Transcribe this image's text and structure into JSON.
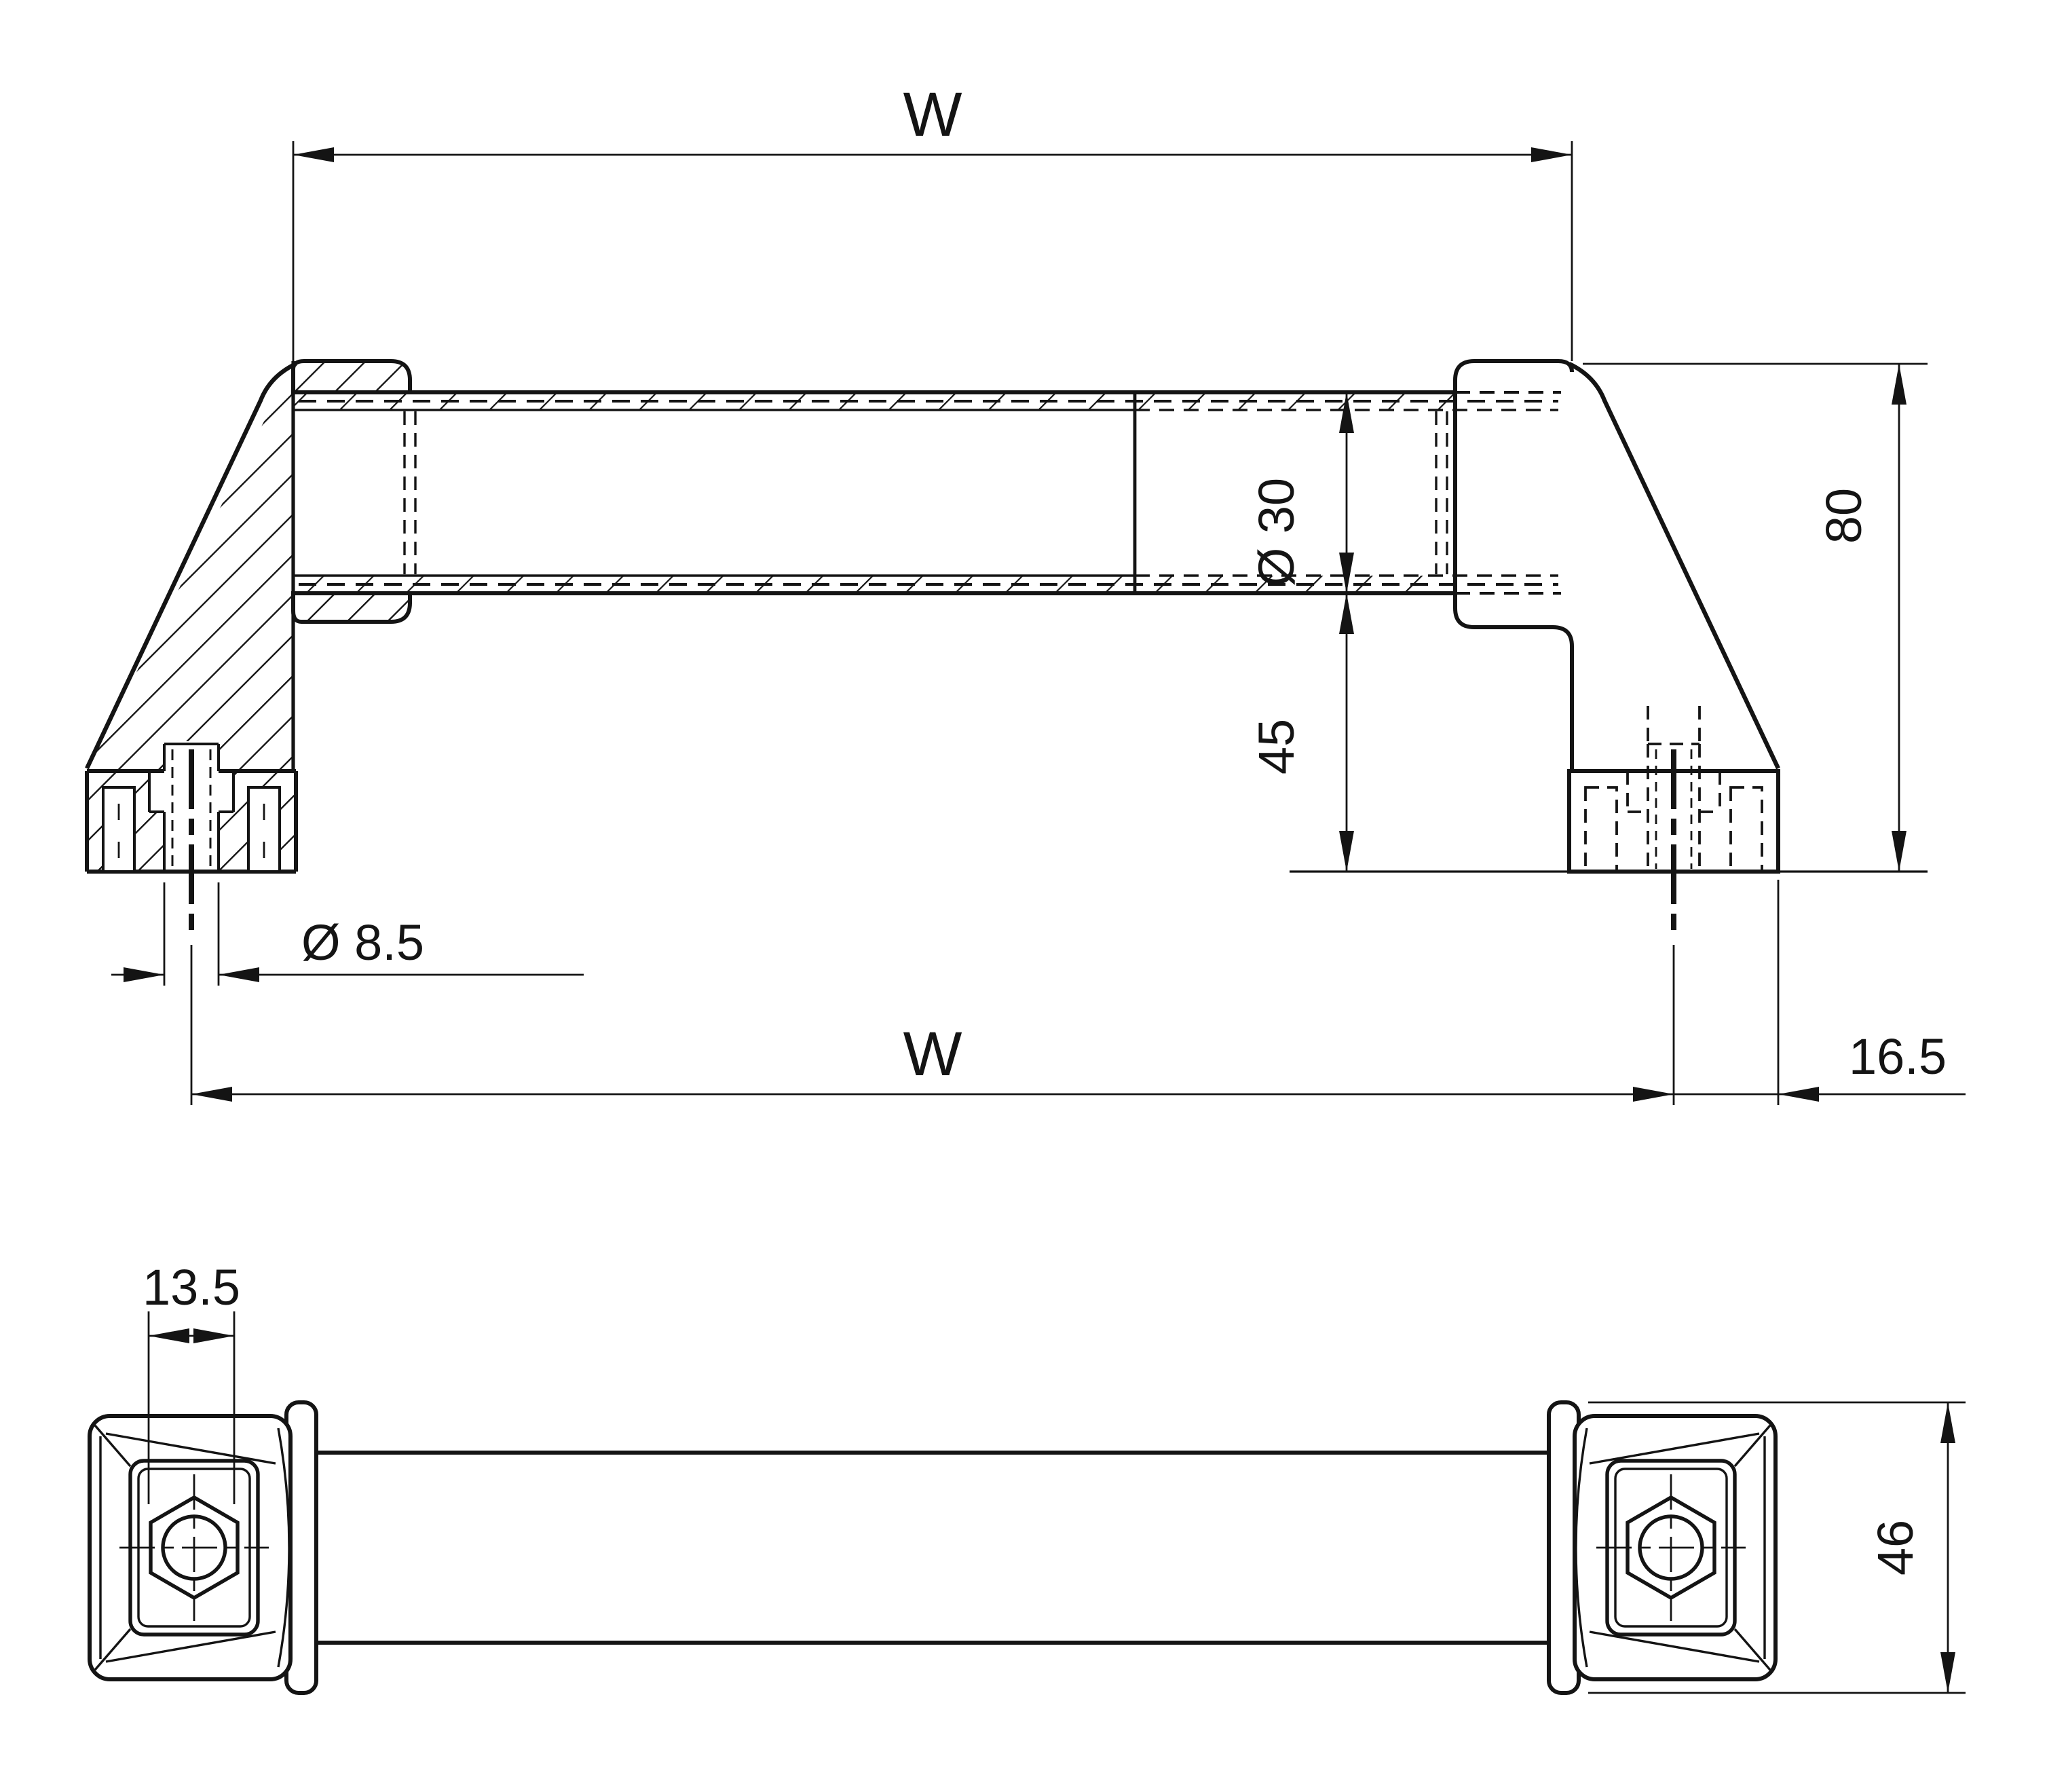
{
  "drawing": {
    "type": "technical-dimension-drawing",
    "subject": "tubular machine pull handle, front section view and plan view",
    "background_color": "#ffffff",
    "line_color": "#141414",
    "labels": {
      "top_width": "W",
      "tube_diameter": "Ø 30",
      "leg_height": "45",
      "overall_height": "80",
      "mounting_hole_diameter": "Ø 8.5",
      "hole_center_width": "W",
      "end_offset": "16.5",
      "socket_across_flats": "13.5",
      "boss_height": "46"
    }
  }
}
